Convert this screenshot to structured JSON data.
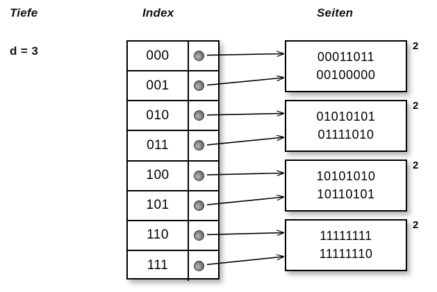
{
  "headers": {
    "depth": "Tiefe",
    "index": "Index",
    "pages": "Seiten"
  },
  "depth": {
    "label": "d = 3"
  },
  "index_table": {
    "rows": [
      {
        "label": "000",
        "pointer_icon": "filled-circle-icon",
        "target": 0
      },
      {
        "label": "001",
        "pointer_icon": "filled-circle-icon",
        "target": 0
      },
      {
        "label": "010",
        "pointer_icon": "filled-circle-icon",
        "target": 1
      },
      {
        "label": "011",
        "pointer_icon": "filled-circle-icon",
        "target": 1
      },
      {
        "label": "100",
        "pointer_icon": "filled-circle-icon",
        "target": 2
      },
      {
        "label": "101",
        "pointer_icon": "filled-circle-icon",
        "target": 2
      },
      {
        "label": "110",
        "pointer_icon": "filled-circle-icon",
        "target": 3
      },
      {
        "label": "111",
        "pointer_icon": "filled-circle-icon",
        "target": 3
      }
    ]
  },
  "pages": [
    {
      "line1": "00011011",
      "line2": "00100000",
      "count": "2"
    },
    {
      "line1": "01010101",
      "line2": "01111010",
      "count": "2"
    },
    {
      "line1": "10101010",
      "line2": "10110101",
      "count": "2"
    },
    {
      "line1": "11111111",
      "line2": "11111110",
      "count": "2"
    }
  ],
  "colors": {
    "background": "#ffffff",
    "stroke": "#000000",
    "pointer_ball": "#8e8e8e",
    "shadow": "rgba(0,0,0,0.30)"
  }
}
